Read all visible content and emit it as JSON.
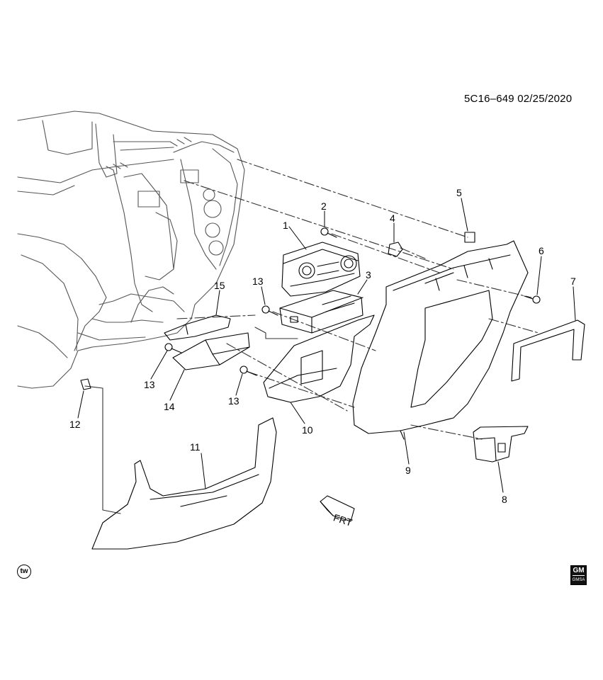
{
  "diagram": {
    "code": "5C16–649  02/25/2020",
    "callouts": [
      "1",
      "2",
      "3",
      "4",
      "5",
      "6",
      "7",
      "8",
      "9",
      "10",
      "11",
      "12",
      "13",
      "13",
      "13",
      "14",
      "15"
    ],
    "direction_label": "FRT",
    "tw_logo": "tw",
    "brand_logo": {
      "top": "GM",
      "bottom": "GMSA"
    }
  }
}
